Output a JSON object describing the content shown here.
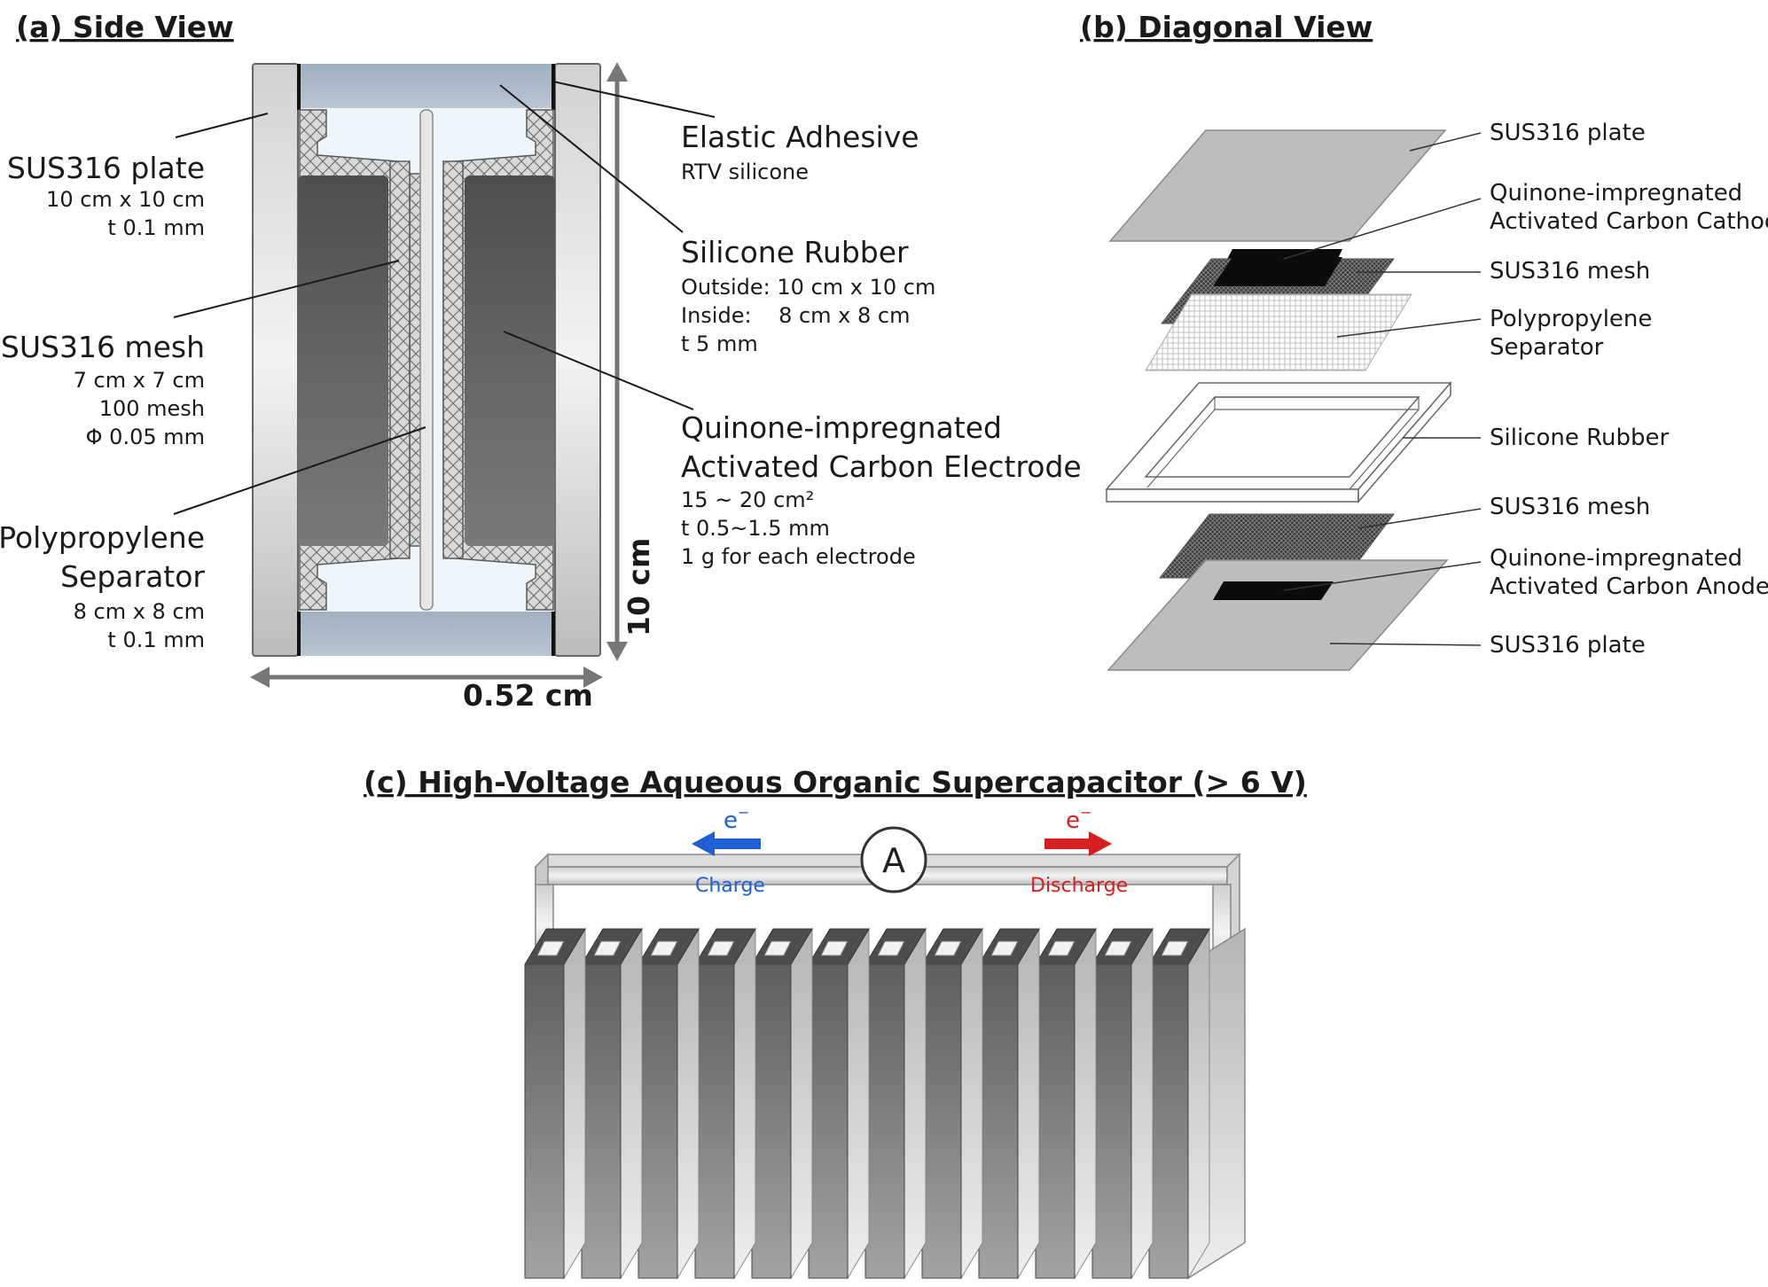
{
  "side_view": {
    "title": "(a) Side View",
    "sus_plate": {
      "name": "SUS316 plate",
      "dim1": "10 cm x 10 cm",
      "dim2": "t 0.1 mm"
    },
    "sus_mesh": {
      "name": "SUS316 mesh",
      "dim1": "7 cm x 7 cm",
      "dim2": "100 mesh",
      "dim3": "Φ 0.05 mm"
    },
    "separator": {
      "name1": "Polypropylene",
      "name2": "Separator",
      "dim1": "8 cm x 8 cm",
      "dim2": "t 0.1 mm"
    },
    "adhesive": {
      "name": "Elastic Adhesive",
      "sub": "RTV silicone"
    },
    "rubber": {
      "name": "Silicone Rubber",
      "outside": "Outside: 10 cm x 10 cm",
      "inside": "Inside:    8 cm x 8 cm",
      "thick": "t 5 mm"
    },
    "electrode": {
      "name1": "Quinone-impregnated",
      "name2": "Activated Carbon Electrode",
      "area": "15 ~ 20 cm²",
      "thick": "t 0.5~1.5 mm",
      "mass": "1 g for each electrode"
    },
    "height_label": "10 cm",
    "width_label": "0.52 cm"
  },
  "diagonal_view": {
    "title": "(b) Diagonal View",
    "labels": [
      "SUS316 plate",
      "Quinone-impregnated",
      "Activated Carbon Cathode",
      "SUS316 mesh",
      "Polypropylene",
      "Separator",
      "Silicone Rubber",
      "SUS316 mesh",
      "Quinone-impregnated",
      "Activated Carbon Anode",
      "SUS316 plate"
    ]
  },
  "stack_view": {
    "title": "(c) High-Voltage Aqueous Organic Supercapacitor (> 6 V)",
    "ammeter": "A",
    "electron": "e",
    "electron_sup": "−",
    "charge": "Charge",
    "discharge": "Discharge",
    "cell_count": 12
  },
  "colors": {
    "plate": "#bdbdbd",
    "rubber": "#a7b6c6",
    "electrode": "#555555",
    "charge": "#1f5fd6",
    "discharge": "#d61f1f"
  }
}
